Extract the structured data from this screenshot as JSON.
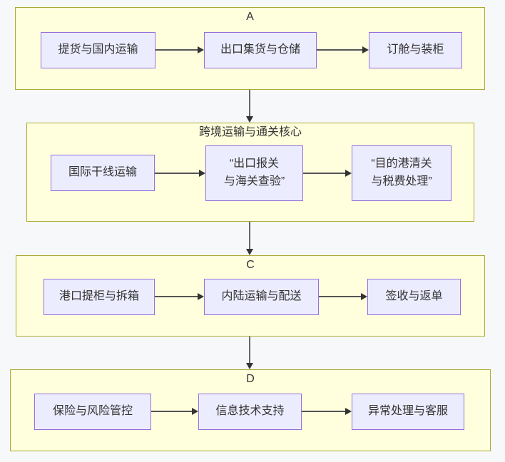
{
  "diagram": {
    "type": "flowchart",
    "colors": {
      "page_background": "#f7f8fa",
      "group_fill": "#ffffde",
      "group_border": "#aaaa33",
      "node_fill": "#ececff",
      "node_border": "#9370db",
      "edge_line": "#555555",
      "edge_head": "#333333",
      "text": "#333333"
    },
    "groups": [
      {
        "title": "A",
        "nodes": [
          "提货与国内运输",
          "出口集货与仓储",
          "订舱与装柜"
        ]
      },
      {
        "title": "跨境运输与通关核心",
        "nodes": [
          "国际干线运输",
          "“出口报关\n与海关查验”",
          "“目的港清关\n与税费处理”"
        ]
      },
      {
        "title": "C",
        "nodes": [
          "港口提柜与拆箱",
          "内陆运输与配送",
          "签收与返单"
        ]
      },
      {
        "title": "D",
        "nodes": [
          "保险与风险管控",
          "信息技术支持",
          "异常处理与客服"
        ]
      }
    ],
    "edges": [
      {
        "from": "提货与国内运输",
        "to": "出口集货与仓储"
      },
      {
        "from": "出口集货与仓储",
        "to": "订舱与装柜"
      },
      {
        "from": "A",
        "to": "跨境运输与通关核心"
      },
      {
        "from": "国际干线运输",
        "to": "“出口报关与海关查验”"
      },
      {
        "from": "“出口报关与海关查验”",
        "to": "“目的港清关与税费处理”"
      },
      {
        "from": "跨境运输与通关核心",
        "to": "C"
      },
      {
        "from": "港口提柜与拆箱",
        "to": "内陆运输与配送"
      },
      {
        "from": "内陆运输与配送",
        "to": "签收与返单"
      },
      {
        "from": "C",
        "to": "D"
      },
      {
        "from": "保险与风险管控",
        "to": "信息技术支持"
      },
      {
        "from": "信息技术支持",
        "to": "异常处理与客服"
      }
    ]
  }
}
